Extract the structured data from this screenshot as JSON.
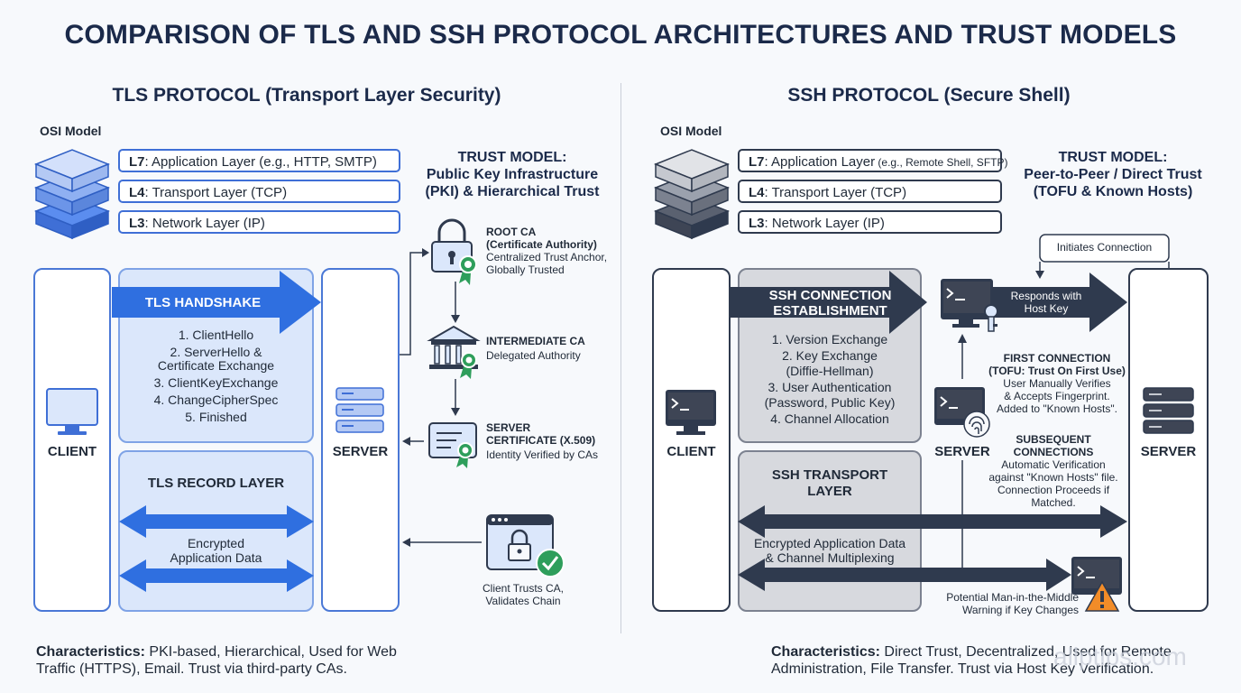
{
  "title": "COMPARISON OF TLS AND SSH PROTOCOL ARCHITECTURES AND TRUST MODELS",
  "tls": {
    "heading": "TLS PROTOCOL (Transport Layer Security)",
    "osi_label": "OSI Model",
    "layers": [
      {
        "code": "L7",
        "text": ": Application Layer (e.g., HTTP, SMTP)"
      },
      {
        "code": "L4",
        "text": ": Transport Layer (TCP)"
      },
      {
        "code": "L3",
        "text": ": Network Layer (IP)"
      }
    ],
    "client_label": "CLIENT",
    "server_label": "SERVER",
    "handshake_label": "TLS HANDSHAKE",
    "handshake_steps": [
      "1. ClientHello",
      "2. ServerHello &",
      "Certificate Exchange",
      "3. ClientKeyExchange",
      "4. ChangeCipherSpec",
      "5. Finished"
    ],
    "record_label": "TLS RECORD LAYER",
    "record_data": [
      "Encrypted",
      "Application Data"
    ],
    "trust_model": [
      "TRUST MODEL:",
      "Public Key Infrastructure",
      "(PKI) & Hierarchical Trust"
    ],
    "root_ca": {
      "title1": "ROOT CA",
      "title2": "(Certificate Authority)",
      "desc1": "Centralized Trust Anchor,",
      "desc2": "Globally Trusted"
    },
    "intermediate_ca": {
      "title": "INTERMEDIATE CA",
      "desc": "Delegated Authority"
    },
    "server_cert": {
      "title1": "SERVER",
      "title2": "CERTIFICATE (X.509)",
      "desc": "Identity Verified by CAs"
    },
    "client_trusts": [
      "Client Trusts CA,",
      "Validates Chain"
    ],
    "characteristics_label": "Characteristics:",
    "characteristics_line1": " PKI-based, Hierarchical, Used for Web",
    "characteristics_line2": "Traffic (HTTPS), Email. Trust via third-party CAs."
  },
  "ssh": {
    "heading": "SSH PROTOCOL (Secure Shell)",
    "osi_label": "OSI Model",
    "layers": [
      {
        "code": "L7",
        "text": ": Application Layer",
        "note": " (e.g., Remote Shell, SFTP)"
      },
      {
        "code": "L4",
        "text": ": Transport Layer (TCP)",
        "note": ""
      },
      {
        "code": "L3",
        "text": ": Network Layer (IP)",
        "note": ""
      }
    ],
    "client_label": "CLIENT",
    "server_label": "SERVER",
    "server_mid_label": "SERVER",
    "connection_label": [
      "SSH CONNECTION",
      "ESTABLISHMENT"
    ],
    "connection_steps": [
      "1. Version Exchange",
      "2. Key Exchange",
      "(Diffie-Hellman)",
      "3. User Authentication",
      "(Password, Public Key)",
      "4. Channel Allocation"
    ],
    "transport_label": [
      "SSH TRANSPORT",
      "LAYER"
    ],
    "transport_data": [
      "Encrypted Application Data",
      "& Channel Multiplexing"
    ],
    "trust_model": [
      "TRUST MODEL:",
      "Peer-to-Peer / Direct Trust",
      "(TOFU & Known Hosts)"
    ],
    "initiates": "Initiates Connection",
    "responds": [
      "Responds with",
      "Host Key"
    ],
    "first_connection": {
      "title1": "FIRST CONNECTION",
      "title2": "(TOFU: Trust On First Use)",
      "desc1": "User Manually Verifies",
      "desc2": "& Accepts Fingerprint.",
      "desc3": "Added to \"Known Hosts\"."
    },
    "subsequent": {
      "title1": "SUBSEQUENT",
      "title2": "CONNECTIONS",
      "desc1": "Automatic Verification",
      "desc2": "against \"Known Hosts\" file.",
      "desc3": "Connection Proceeds if",
      "desc4": "Matched."
    },
    "mitm": [
      "Potential Man-in-the-Middle",
      "Warning if Key Changes"
    ],
    "characteristics_label": "Characteristics:",
    "characteristics_line1": " Direct Trust, Decentralized, Used for Remote",
    "characteristics_line2": "Administration, File Transfer. Trust via Host Key Verification."
  },
  "colors": {
    "tls_blue": "#2f6fe0",
    "ssh_dark": "#2f3a4e",
    "green": "#2e9e5b",
    "warning": "#f28c28"
  },
  "watermark": "allptips.com"
}
